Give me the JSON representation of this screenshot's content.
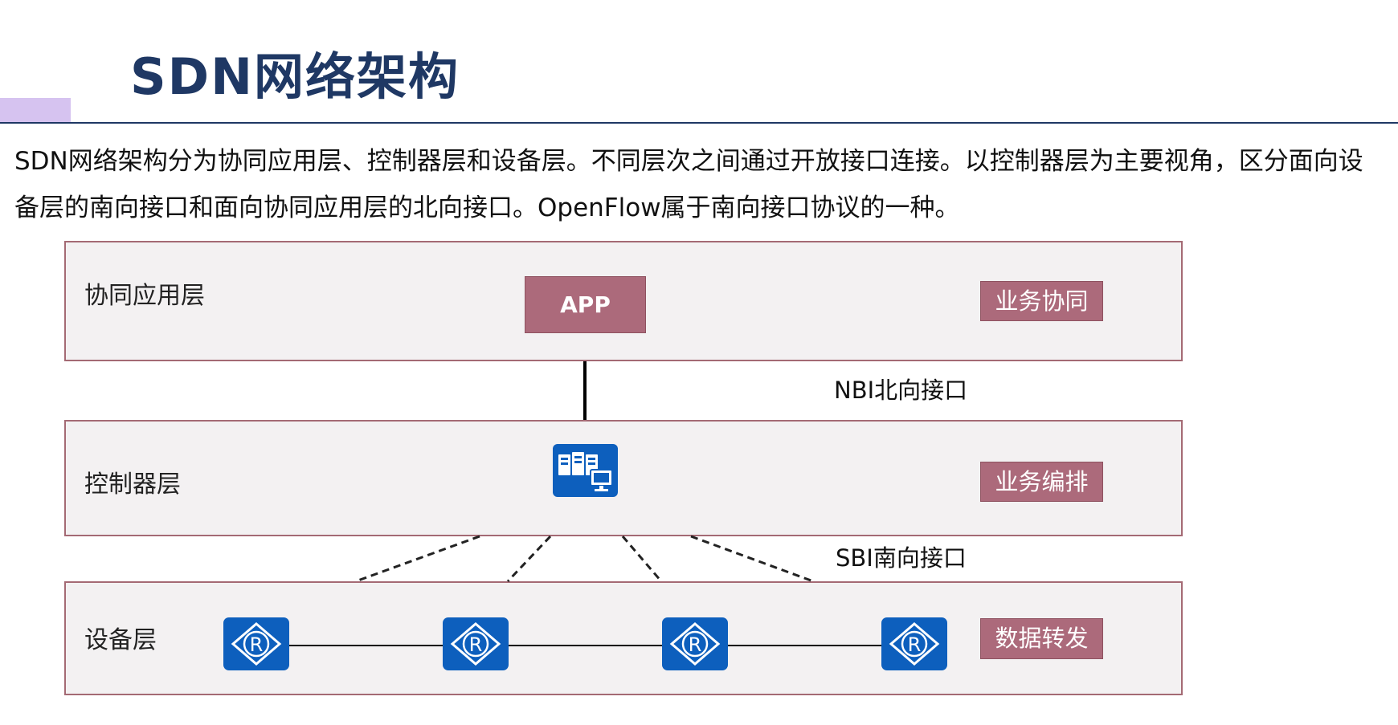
{
  "title": "SDN网络架构",
  "intro": "SDN网络架构分为协同应用层、控制器层和设备层。不同层次之间通过开放接口连接。以控制器层为主要视角，区分面向设备层的南向接口和面向协同应用层的北向接口。OpenFlow属于南向接口协议的一种。",
  "layers": {
    "app": {
      "label": "协同应用层",
      "box": "APP",
      "tag": "业务协同"
    },
    "controller": {
      "label": "控制器层",
      "tag": "业务编排"
    },
    "device": {
      "label": "设备层",
      "tag": "数据转发"
    }
  },
  "interfaces": {
    "north": "NBI北向接口",
    "south": "SBI南向接口"
  },
  "device_icons": [
    {
      "name": "router-icon",
      "glyph": "R"
    },
    {
      "name": "router-icon",
      "glyph": "R"
    },
    {
      "name": "router-icon",
      "glyph": "R"
    },
    {
      "name": "router-icon",
      "glyph": "R"
    }
  ],
  "controller_icon": "controller-server-icon",
  "colors": {
    "title": "#1f3864",
    "tag_fill": "#ac6a7b",
    "layer_border": "#a46a74",
    "layer_fill": "#f3f1f2",
    "icon_fill": "#0d5fbd"
  }
}
